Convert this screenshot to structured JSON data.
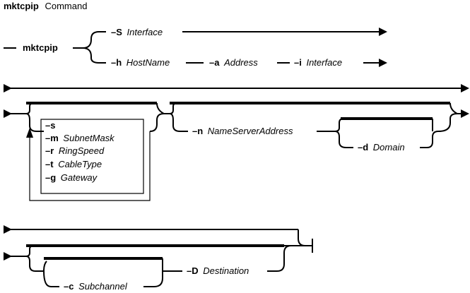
{
  "title": {
    "command": "mktcpip",
    "word": "Command"
  },
  "row1": {
    "cmd": "mktcpip",
    "branch_s": {
      "flag": "–S",
      "arg": "Interface"
    },
    "branch_h": {
      "h_flag": "–h",
      "h_arg": "HostName",
      "a_flag": "–a",
      "a_arg": "Address",
      "i_flag": "–i",
      "i_arg": "Interface"
    }
  },
  "row2": {
    "options": [
      {
        "flag": "–s",
        "arg": ""
      },
      {
        "flag": "–m",
        "arg": "SubnetMask"
      },
      {
        "flag": "–r",
        "arg": "RingSpeed"
      },
      {
        "flag": "–t",
        "arg": "CableType"
      },
      {
        "flag": "–g",
        "arg": "Gateway"
      }
    ],
    "n_flag": "–n",
    "n_arg": "NameServerAddress",
    "d_flag": "–d",
    "d_arg": "Domain"
  },
  "row3": {
    "c_flag": "–c",
    "c_arg": "Subchannel",
    "D_flag": "–D",
    "D_arg": "Destination"
  }
}
